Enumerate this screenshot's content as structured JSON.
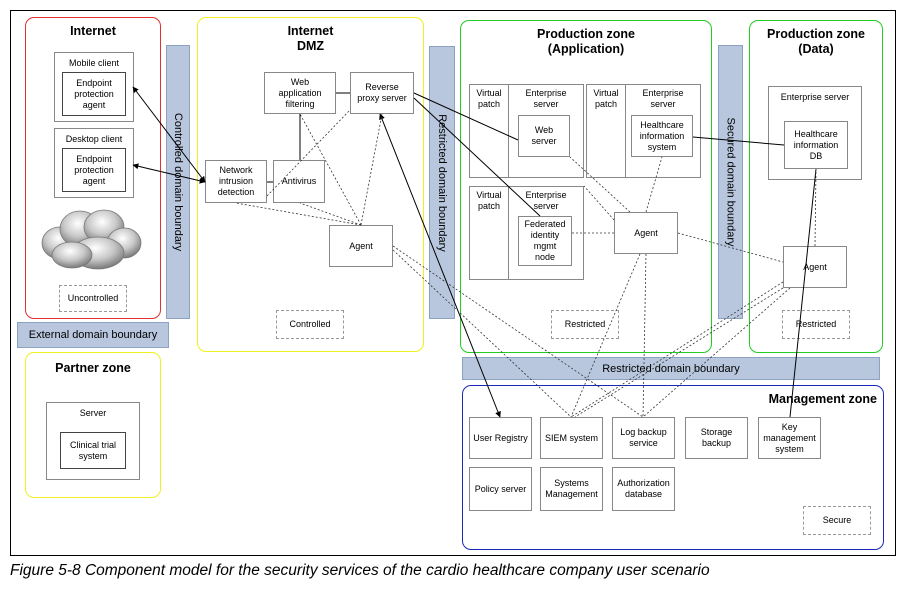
{
  "zones": {
    "internet": {
      "title": "Internet",
      "color": "#e23030"
    },
    "dmz": {
      "title": "Internet\nDMZ",
      "color": "#f0f020"
    },
    "prod_app": {
      "title": "Production zone\n(Application)",
      "color": "#22cc22"
    },
    "prod_data": {
      "title": "Production zone\n(Data)",
      "color": "#22cc22"
    },
    "partner": {
      "title": "Partner zone",
      "color": "#f0f020"
    },
    "management": {
      "title": "Management zone",
      "color": "#1a2ab8"
    }
  },
  "boundaries": {
    "controlled": "Controlled domain boundary",
    "restricted_v": "Restricted domain boundary",
    "secured": "Secured domain boundary",
    "external": "External domain boundary",
    "restricted_h": "Restricted domain boundary"
  },
  "internet": {
    "mobile_client": "Mobile client",
    "mobile_agent": "Endpoint\nprotection\nagent",
    "desktop_client": "Desktop client",
    "desktop_agent": "Endpoint\nprotection\nagent",
    "uncontrolled": "Uncontrolled"
  },
  "dmz": {
    "web_filter": "Web\napplication\nfiltering",
    "reverse_proxy": "Reverse\nproxy server",
    "nids": "Network\nintrusion\ndetection",
    "antivirus": "Antivirus",
    "agent": "Agent",
    "controlled": "Controlled"
  },
  "prod_app": {
    "vpatch1": "Virtual\npatch",
    "ent1": "Enterprise\nserver",
    "web_server": "Web\nserver",
    "vpatch2": "Virtual\npatch",
    "ent2": "Enterprise\nserver",
    "his": "Healthcare\ninformation\nsystem",
    "vpatch3": "Virtual\npatch",
    "ent3": "Enterprise\nserver",
    "fim": "Federated\nidentity\nmgmt\nnode",
    "agent": "Agent",
    "restricted": "Restricted"
  },
  "prod_data": {
    "ent": "Enterprise server",
    "db": "Healthcare\ninformation\nDB",
    "agent": "Agent",
    "restricted": "Restricted"
  },
  "partner": {
    "server": "Server",
    "clinical": "Clinical trial\nsystem"
  },
  "management": {
    "user_registry": "User Registry",
    "siem": "SIEM system",
    "log_backup": "Log backup\nservice",
    "storage_backup": "Storage\nbackup",
    "key_mgmt": "Key\nmanagement\nsystem",
    "policy_server": "Policy server",
    "systems_mgmt": "Systems\nManagement",
    "authz_db": "Authorization\ndatabase",
    "secure": "Secure"
  },
  "caption": "Figure 5-8   Component model for the security services of the cardio healthcare company user scenario",
  "icons": {
    "cloud": "cloud-icon"
  }
}
